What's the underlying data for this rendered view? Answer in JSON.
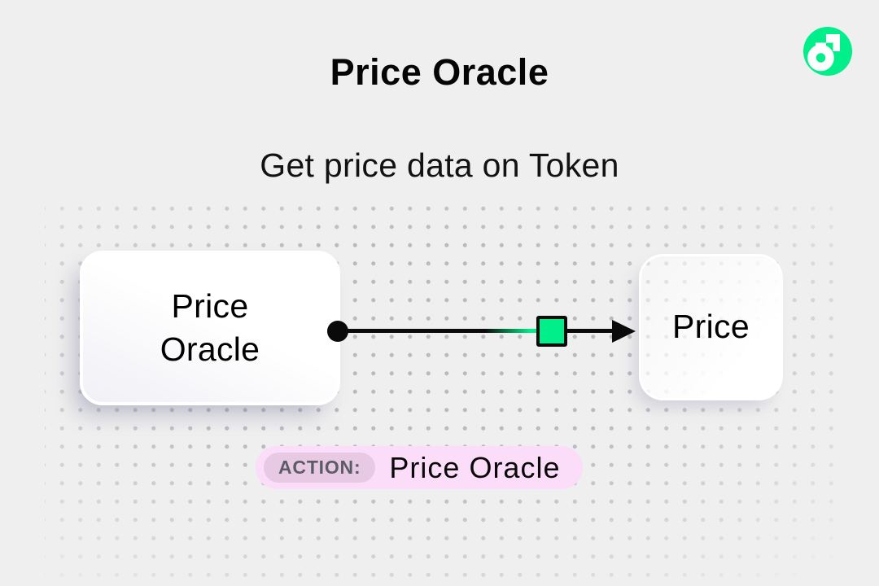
{
  "page": {
    "title": "Price Oracle",
    "subtitle": "Get price data on Token"
  },
  "nodes": {
    "source": {
      "label": "Price Oracle"
    },
    "target": {
      "label": "Price"
    }
  },
  "connector": {
    "type": "arrow",
    "marker_shape": "square",
    "marker_color": "#00ef8b",
    "line_color": "#0a0a0a"
  },
  "badge": {
    "label": "ACTION:",
    "value": "Price Oracle",
    "background": "#fbdcf9",
    "label_background": "#e7c9e4"
  },
  "logo": {
    "name": "flow-logo",
    "color": "#00ef8b"
  },
  "theme": {
    "background": "#efefef",
    "dot_color": "#b9b9c1",
    "text_color": "#0a0a0a",
    "accent_green": "#00ef8b"
  }
}
